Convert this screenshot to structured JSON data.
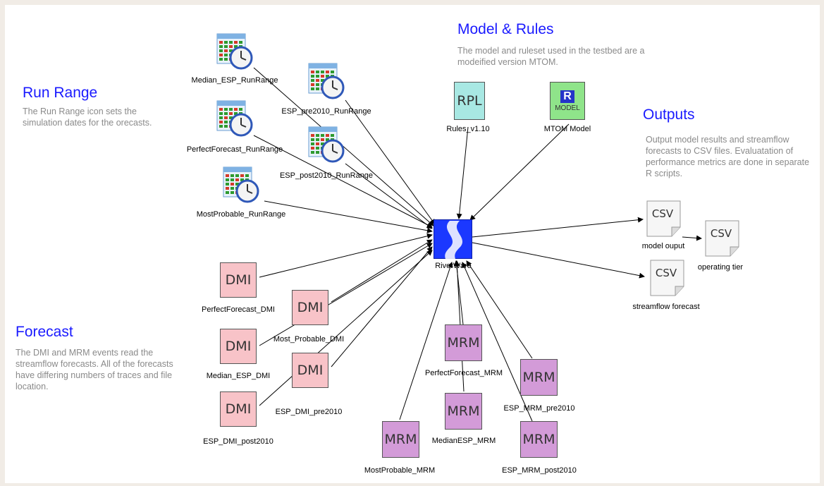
{
  "sections": {
    "run_range": {
      "title": "Run Range",
      "desc": "The Run Range icon sets the simulation dates for the orecasts."
    },
    "forecast": {
      "title": "Forecast",
      "desc": "The DMI and MRM events read the streamflow forecasts. All of the forecasts have differing numbers of traces and file location."
    },
    "model_rules": {
      "title": "Model & Rules",
      "desc": "The model and ruleset used in the testbed are a modeified version MTOM."
    },
    "outputs": {
      "title": "Outputs",
      "desc": "Output model results and streamflow forecasts to CSV files. Evaluatation of performance metrics are done in separate R scripts."
    }
  },
  "run_ranges": [
    {
      "label": "Median_ESP_RunRange",
      "icon": "calendar-clock-icon"
    },
    {
      "label": "ESP_pre2010_RunRange",
      "icon": "calendar-clock-icon"
    },
    {
      "label": "PerfectForecast_RunRange",
      "icon": "calendar-clock-icon"
    },
    {
      "label": "ESP_post2010_RunRange",
      "icon": "calendar-clock-icon"
    },
    {
      "label": "MostProbable_RunRange",
      "icon": "calendar-clock-icon"
    }
  ],
  "dmis": [
    {
      "label": "PerfectForecast_DMI",
      "text": "DMI"
    },
    {
      "label": "Most_Probable_DMI",
      "text": "DMI"
    },
    {
      "label": "Median_ESP_DMI",
      "text": "DMI"
    },
    {
      "label": "ESP_DMI_pre2010",
      "text": "DMI"
    },
    {
      "label": "ESP_DMI_post2010",
      "text": "DMI"
    }
  ],
  "mrms": [
    {
      "label": "PerfectForecast_MRM",
      "text": "MRM"
    },
    {
      "label": "MedianESP_MRM",
      "text": "MRM"
    },
    {
      "label": "MostProbable_MRM",
      "text": "MRM"
    },
    {
      "label": "ESP_MRM_pre2010",
      "text": "MRM"
    },
    {
      "label": "ESP_MRM_post2010",
      "text": "MRM"
    }
  ],
  "rules": {
    "text": "RPL",
    "label": "Rules_v1.10"
  },
  "model": {
    "text": "MODEL",
    "label": "MTOM Model",
    "logo": "R"
  },
  "riverware": {
    "label": "RiverWare",
    "icon": "riverware-icon"
  },
  "csvs": [
    {
      "text": "CSV",
      "label": "model ouput"
    },
    {
      "text": "CSV",
      "label": "operating tier"
    },
    {
      "text": "CSV",
      "label": "streamflow forecast"
    }
  ],
  "colors": {
    "heading": "#1a1aff",
    "desc": "#8a8a8a",
    "dmi": "#f8c3c8",
    "mrm": "#d39bd8",
    "rpl": "#a8e8e3",
    "model": "#8fe48a",
    "riverware": "#1b38ff"
  }
}
